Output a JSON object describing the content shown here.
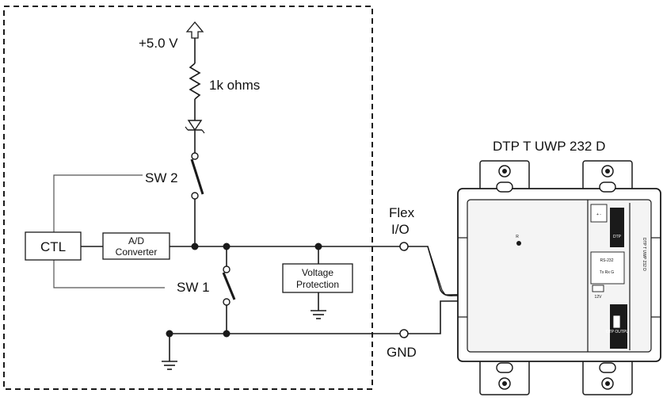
{
  "labels": {
    "supply": "+5.0 V",
    "resistor": "1k ohms",
    "sw2": "SW 2",
    "sw1": "SW 1",
    "ctl": "CTL",
    "adc_line1": "A/D",
    "adc_line2": "Converter",
    "vp_line1": "Voltage",
    "vp_line2": "Protection",
    "flex_line1": "Flex",
    "flex_line2": "I/O",
    "gnd": "GND",
    "device_title": "DTP T UWP 232 D"
  },
  "device_marks": {
    "r_mark": "R",
    "side_text": "DTP T UWP 232 D",
    "label_dtp": "DTP",
    "label_rs232": "RS-232",
    "label_dtp_output": "DTP OUTPUT",
    "label_power": "12V",
    "label_flex": "Tx Rx G",
    "label_audio": "+ -"
  },
  "colors": {
    "line": "#1a1a1a",
    "panel_fill": "#f4f4f4",
    "port_fill": "#1a1a1a"
  }
}
